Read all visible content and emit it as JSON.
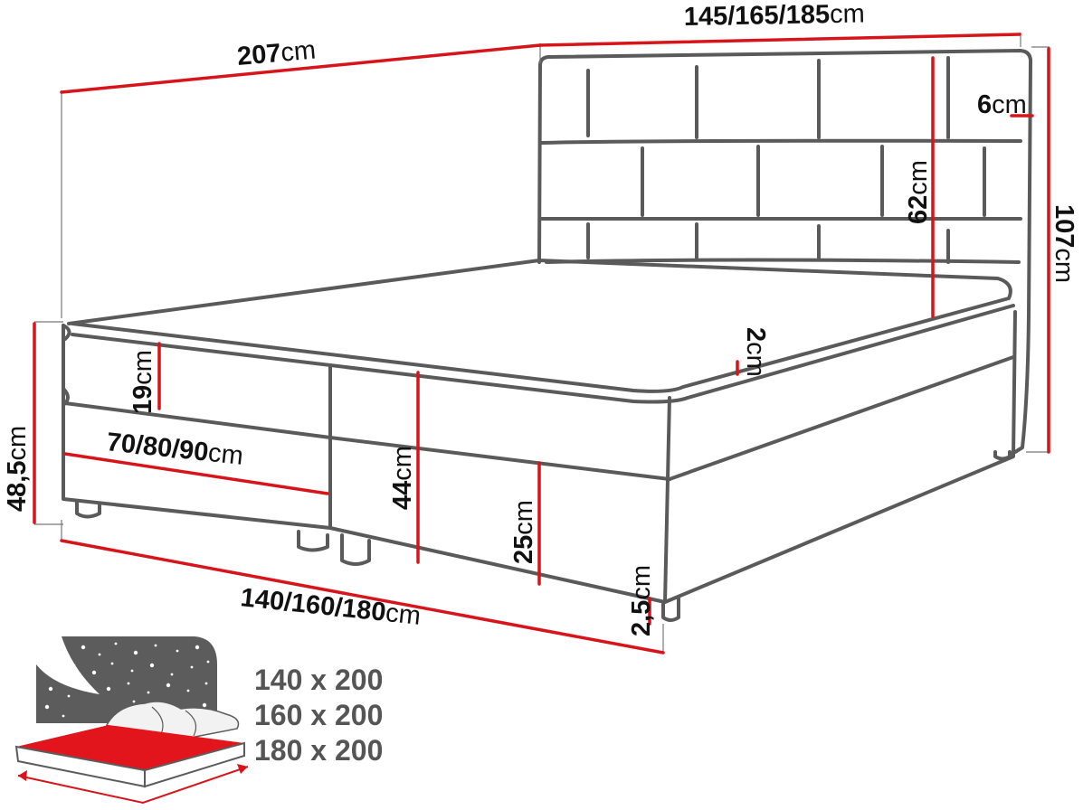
{
  "colors": {
    "outline": "#5a5a5a",
    "dimension": "#d8141b",
    "guide": "#777777",
    "icon_dark": "#5c5c5c",
    "icon_red": "#e3151c",
    "size_text": "#555555"
  },
  "unit": "cm",
  "dimensions": {
    "total_length": "207",
    "headboard_width": "145/165/185",
    "headboard_height": "62",
    "headboard_thickness": "6",
    "total_height": "107",
    "side_height": "48,5",
    "topper_thickness": "2",
    "drawer_height": "19",
    "storage_width": "70/80/90",
    "base_height": "44",
    "leg_to_base_height": "25",
    "leg_height": "2,5",
    "mattress_width": "140/160/180"
  },
  "sizes": [
    "140 x 200",
    "160 x 200",
    "180 x 200"
  ],
  "icon": "bed-sizes-icon"
}
